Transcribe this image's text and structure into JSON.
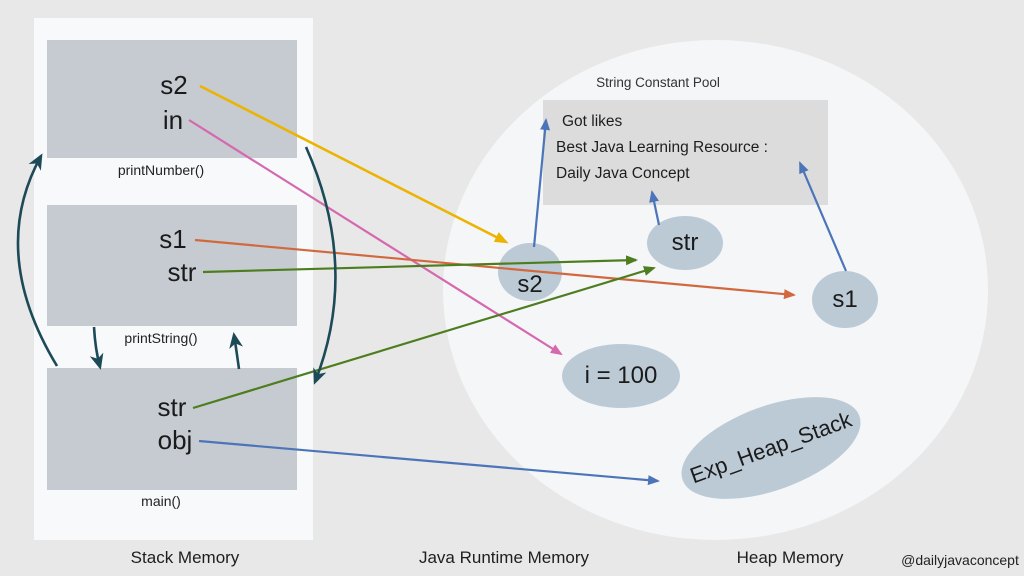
{
  "stack": {
    "title": "Stack Memory",
    "frames": [
      {
        "name": "printNumber()",
        "vars": [
          "s2",
          "in"
        ]
      },
      {
        "name": "printString()",
        "vars": [
          "s1",
          "str"
        ]
      },
      {
        "name": "main()",
        "vars": [
          "str",
          "obj"
        ]
      }
    ]
  },
  "runtime": {
    "title": "Java Runtime Memory"
  },
  "heap": {
    "title": "Heap Memory",
    "pool": {
      "title": "String Constant Pool",
      "lines": [
        "Got likes",
        "Best Java Learning Resource :",
        "Daily Java Concept"
      ]
    },
    "objects": [
      {
        "label": "s2"
      },
      {
        "label": "str"
      },
      {
        "label": "s1"
      },
      {
        "label": "i = 100"
      },
      {
        "label": "Exp_Heap_Stack"
      }
    ]
  },
  "watermark": "@dailyjavaconcept",
  "colors": {
    "background": "#e8e8e8",
    "stack_container": "#f7f9fb",
    "frame_box": "#c5cbd1",
    "heap_circle": "#f4f6f8",
    "heap_object": "#bccad6",
    "pool_box": "#dcdcdc",
    "arrow_yellow": "#ecb400",
    "arrow_pink": "#d568ae",
    "arrow_orange": "#d2693e",
    "arrow_green": "#4e7d1f",
    "arrow_blue": "#4c74b9",
    "arrow_teal": "#1d4a57"
  }
}
